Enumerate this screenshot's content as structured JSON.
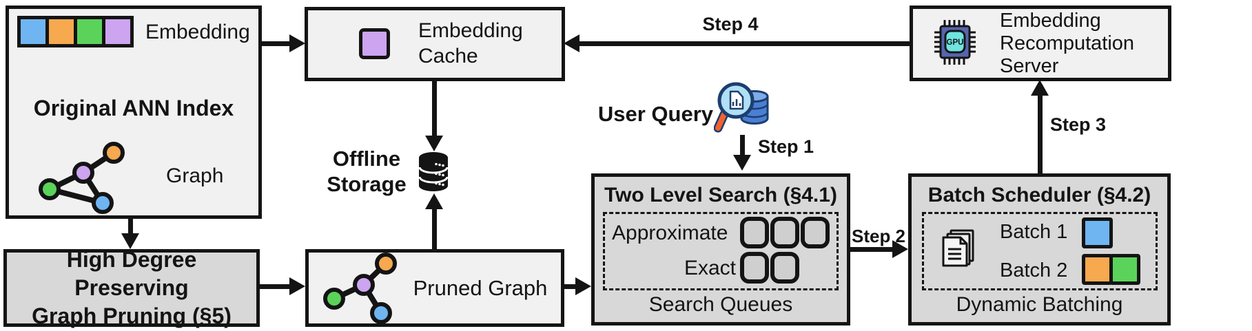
{
  "colors": {
    "blue": "#6FB5F2",
    "orange": "#F6A94F",
    "green": "#5BD35B",
    "purple": "#CDA4F0",
    "box_light": "#F1F1F1",
    "box_dark": "#D8D8D8",
    "line": "#141414",
    "gpu_chip_body": "#5566AE",
    "gpu_chip_pad": "#6FE4E0",
    "query_handle_orange": "#F2622E",
    "query_db_blue": "#4A7FD4",
    "query_db_top": "#7FACE8",
    "query_lens": "#AFE0F5",
    "query_outline_navy": "#1D3E6E"
  },
  "original_ann_index": {
    "title": "Original ANN Index",
    "embedding_label": "Embedding",
    "graph_label": "Graph"
  },
  "embedding_cache": {
    "label": "Embedding\nCache"
  },
  "offline_storage": {
    "label": "Offline\nStorage"
  },
  "high_degree_pruning": {
    "title": "High Degree Preserving\nGraph Pruning (§5)"
  },
  "pruned_graph": {
    "label": "Pruned Graph"
  },
  "user_query": {
    "label": "User Query"
  },
  "two_level_search": {
    "title": "Two Level Search (§4.1)",
    "row_approximate": "Approximate",
    "row_exact": "Exact",
    "footer": "Search Queues"
  },
  "batch_scheduler": {
    "title": "Batch Scheduler (§4.2)",
    "batch1_label": "Batch 1",
    "batch2_label": "Batch 2",
    "footer": "Dynamic Batching"
  },
  "recomputation_server": {
    "label": "Embedding\nRecomputation\nServer",
    "chip_text": "GPU"
  },
  "steps": {
    "step1": "Step 1",
    "step2": "Step 2",
    "step3": "Step 3",
    "step4": "Step 4"
  }
}
